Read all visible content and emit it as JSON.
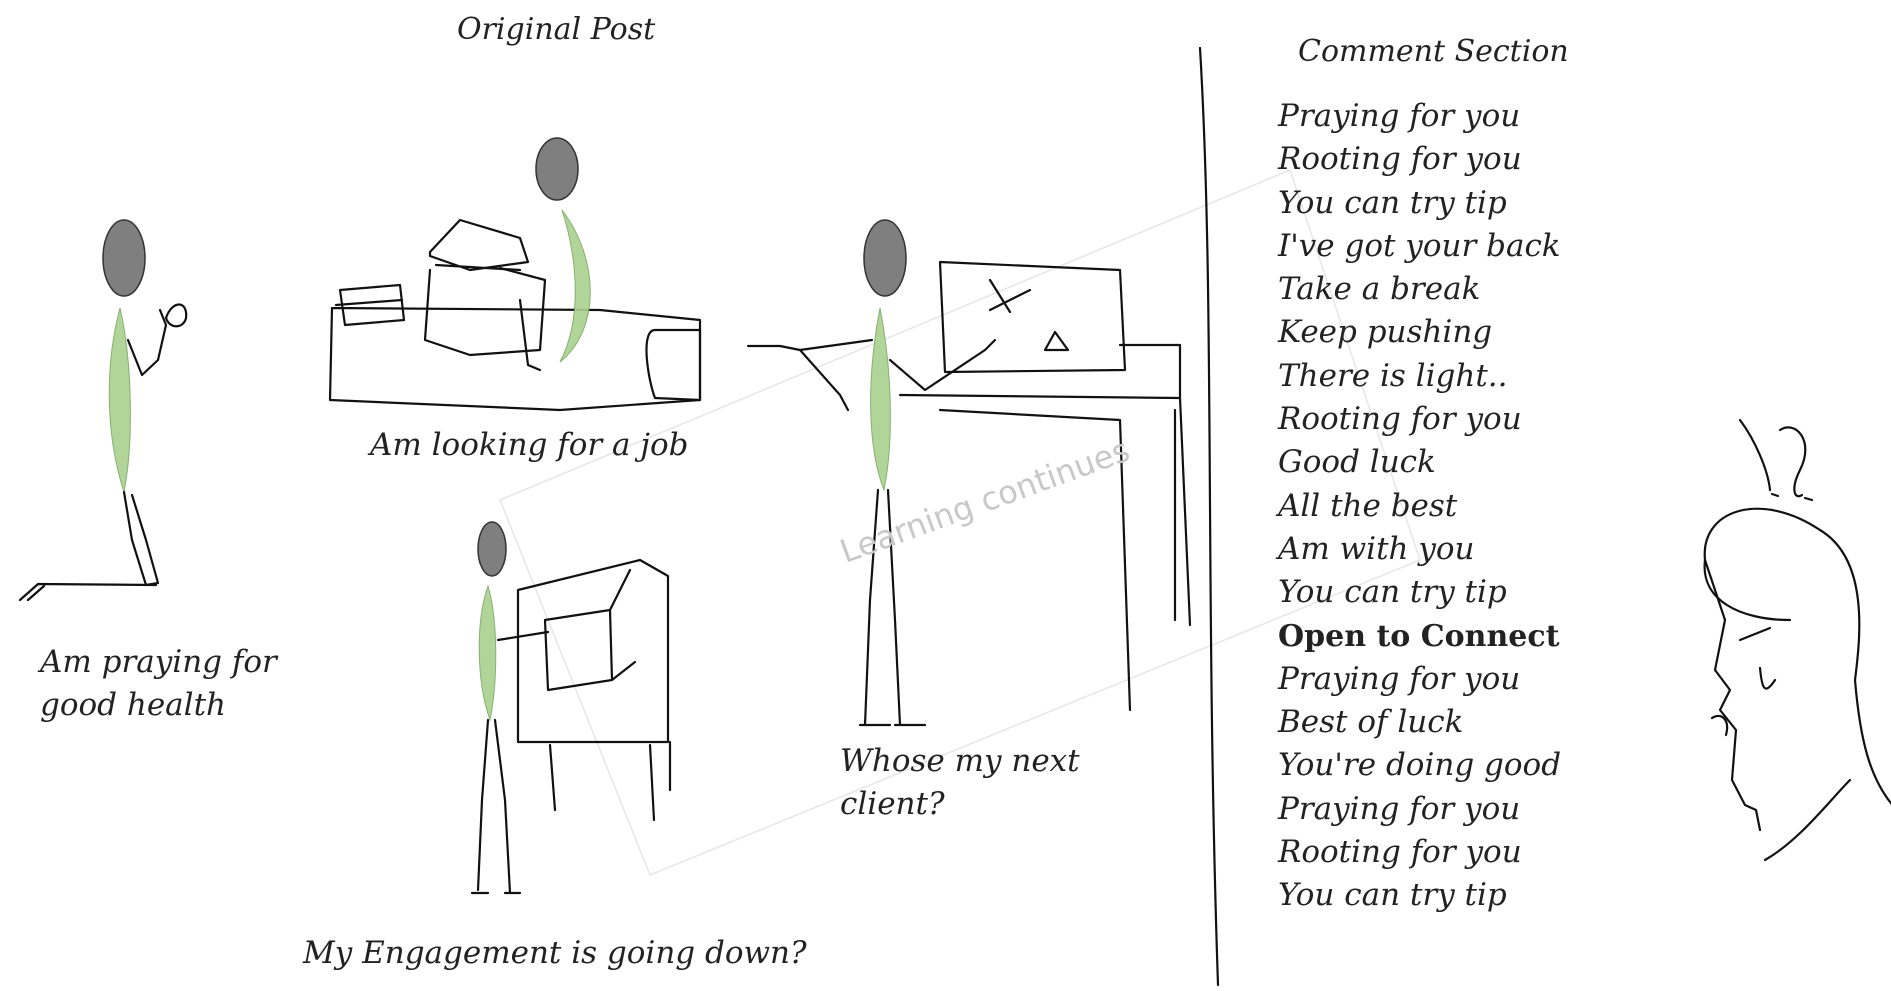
{
  "headings": {
    "original_post": "Original Post",
    "comment_section": "Comment Section"
  },
  "captions": {
    "praying_line1": "Am praying for",
    "praying_line2": "good health",
    "job": "Am looking for a job",
    "engagement": "My Engagement is going down?",
    "client_line1": "Whose my next",
    "client_line2": "client?"
  },
  "comments": [
    "Praying for you",
    "Rooting for you",
    "You can try tip",
    "I've got your back",
    "Take a break",
    "Keep pushing",
    "There is light..",
    "Rooting for you",
    "Good luck",
    "All the best",
    "Am with you",
    "You can try tip",
    "Open to Connect",
    "Praying for you",
    "Best of luck",
    "You're doing good",
    "Praying for you",
    "Rooting for you",
    "You can try tip"
  ],
  "highlighted_comment_index": 12,
  "watermark": "Learning continues",
  "colors": {
    "figure_body": "#a9d18e",
    "figure_head": "#7f7f7f",
    "ink": "#111111"
  }
}
